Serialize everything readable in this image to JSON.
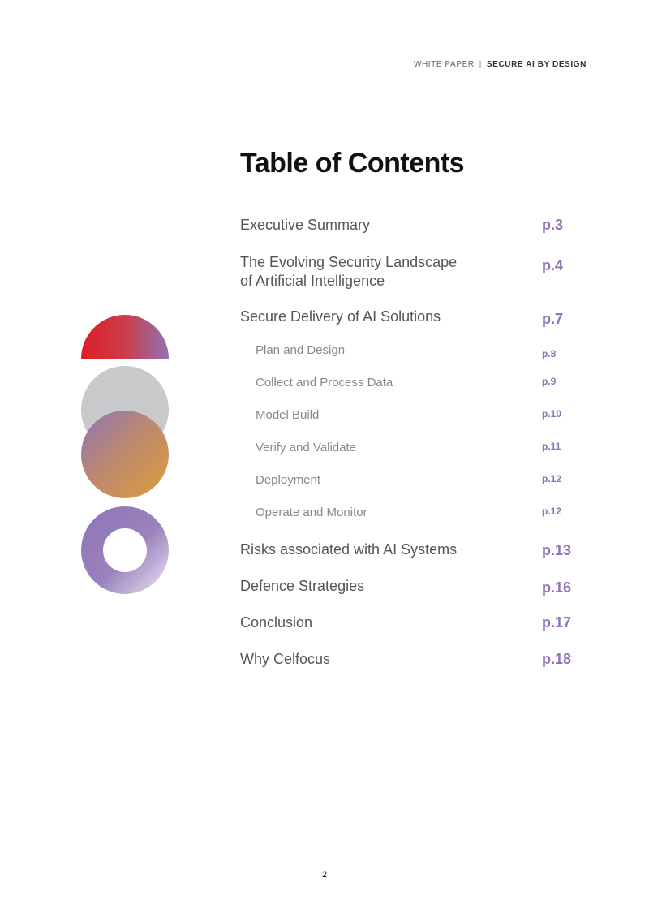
{
  "header": {
    "left": "WHITE PAPER",
    "separator": "|",
    "right": "SECURE AI BY DESIGN"
  },
  "title": "Table of Contents",
  "toc": [
    {
      "label": "Executive Summary",
      "page": "p.3",
      "level": 1
    },
    {
      "label": "The Evolving Security Landscape",
      "label2": "of Artificial Intelligence",
      "page": "p.4",
      "level": 1
    },
    {
      "label": "Secure Delivery of AI Solutions",
      "page": "p.7",
      "level": 1
    },
    {
      "label": "Plan and Design",
      "page": "p.8",
      "level": 2
    },
    {
      "label": "Collect and Process Data",
      "page": "p.9",
      "level": 2
    },
    {
      "label": "Model Build",
      "page": "p.10",
      "level": 2
    },
    {
      "label": "Verify and Validate",
      "page": "p.11",
      "level": 2
    },
    {
      "label": "Deployment",
      "page": "p.12",
      "level": 2
    },
    {
      "label": "Operate and Monitor",
      "page": "p.12",
      "level": 2
    },
    {
      "label": "Risks associated with AI Systems",
      "page": "p.13",
      "level": 1
    },
    {
      "label": "Defence Strategies",
      "page": "p.16",
      "level": 1
    },
    {
      "label": "Conclusion",
      "page": "p.17",
      "level": 1
    },
    {
      "label": "Why Celfocus",
      "page": "p.18",
      "level": 1
    }
  ],
  "page_number": "2",
  "colors": {
    "accent": "#8e74b4",
    "red": "#d9262b",
    "purple": "#8e74b4",
    "gray": "#c8c9cb",
    "orange": "#d3994a"
  }
}
